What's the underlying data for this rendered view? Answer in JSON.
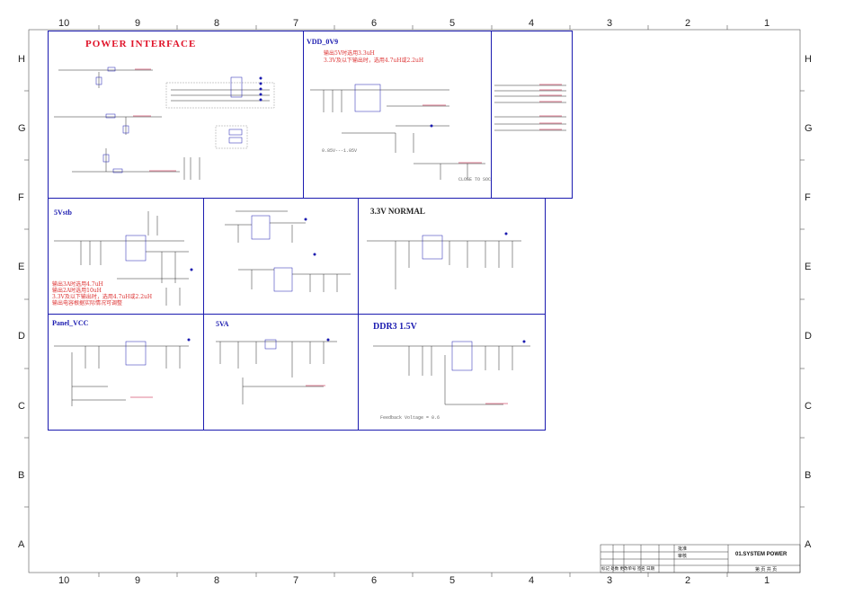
{
  "frame": {
    "columns": [
      "10",
      "9",
      "8",
      "7",
      "6",
      "5",
      "4",
      "3",
      "2",
      "1"
    ],
    "rows": [
      "H",
      "G",
      "F",
      "E",
      "D",
      "C",
      "B",
      "A"
    ]
  },
  "blocks": {
    "power_interface": {
      "title": "POWER INTERFACE"
    },
    "vdd_0v9": {
      "title": "VDD_0V9",
      "note_line1": "输出5V时选用3.3uH",
      "note_line2": "3.3V及以下输出时，选用4.7uH或2.2uH",
      "note_range": "0.85V---1.05V",
      "note_close": "CLOSE TO SOC"
    },
    "5vstb": {
      "title": "5Vstb",
      "note_line1": "输出3A时选用4.7uH",
      "note_line2": "输出2A时选用10uH",
      "note_line3": "3.3V及以下输出时，选用4.7uH或2.2uH",
      "note_line4": "输出电容根据实际情况可调整"
    },
    "3v3_normal": {
      "title": "3.3V NORMAL"
    },
    "panel_vcc": {
      "title": "Panel_VCC"
    },
    "5va": {
      "title": "5VA"
    },
    "ddr3": {
      "title": "DDR3 1.5V",
      "note_feedback": "Feedback Voltage = 0.6"
    }
  },
  "title_block": {
    "sheet_title": "01.SYSTEM POWER",
    "label_review": "批准",
    "label_check": "审核",
    "header_row": "标记 处数 更改单号 签名 日期",
    "page_label": "第  页  共  页"
  },
  "colors": {
    "border": "#1b1bb0",
    "title_red": "#e0142a",
    "wire": "#2a2a2a",
    "net": "#c0002a",
    "part": "#1b1bb0"
  }
}
